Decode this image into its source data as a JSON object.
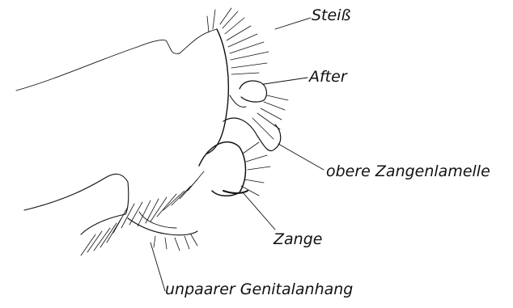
{
  "figure": {
    "labels": {
      "steiss": "Steiß",
      "after": "After",
      "obere_zangenlamelle": "obere Zangenlamelle",
      "zange": "Zange",
      "unpaarer_genitalanhang": "unpaarer Genitalanhang"
    },
    "colors": {
      "ink": "#111111",
      "paper": "#ffffff"
    }
  }
}
